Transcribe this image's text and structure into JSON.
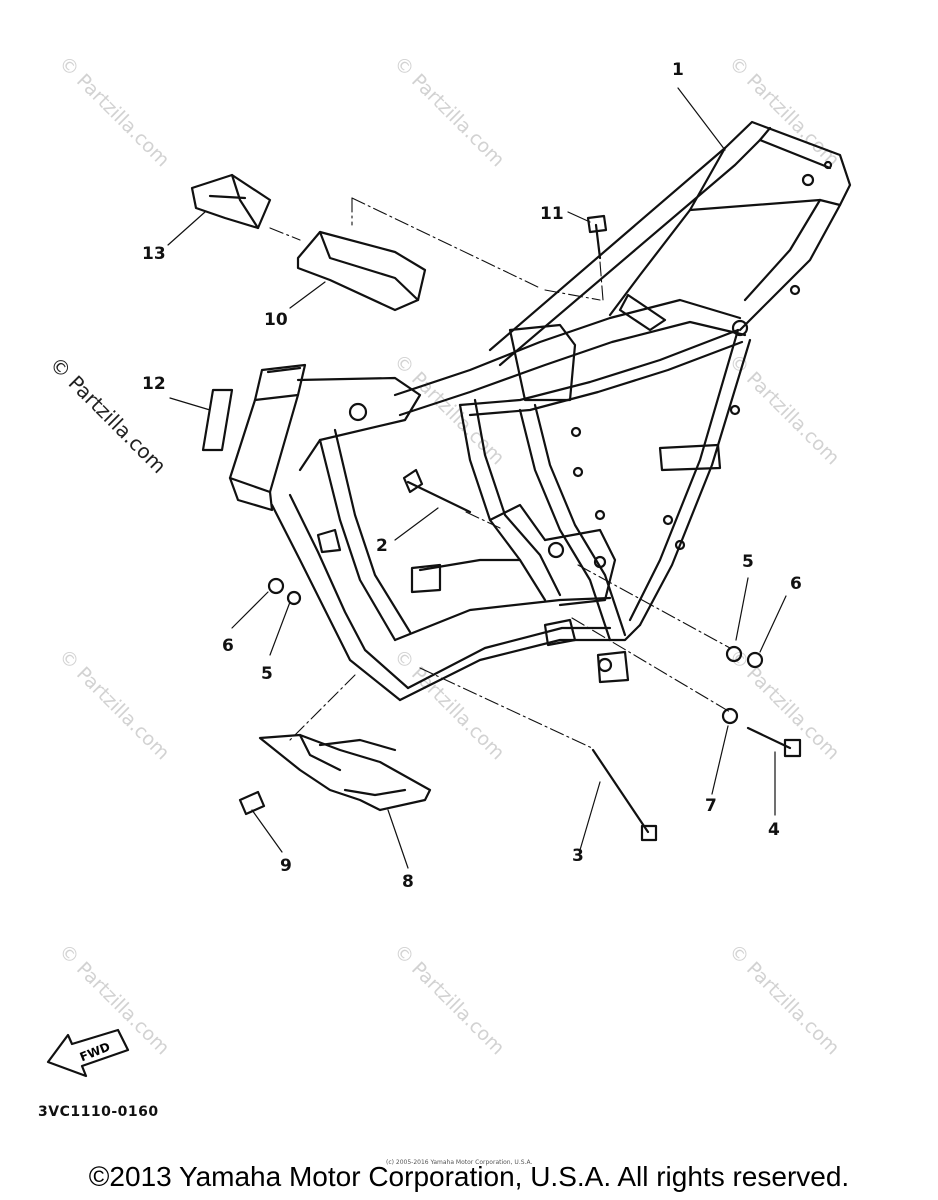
{
  "watermark_text": "© Partzilla.com",
  "callouts": {
    "c1": "1",
    "c2": "2",
    "c3": "3",
    "c4": "4",
    "c5a": "5",
    "c5b": "5",
    "c6a": "6",
    "c6b": "6",
    "c7": "7",
    "c8": "8",
    "c9": "9",
    "c10": "10",
    "c11": "11",
    "c12": "12",
    "c13": "13"
  },
  "fwd_label": "FWD",
  "diagram_code": "3VC1110-0160",
  "small_notice": "(c) 2005-2016 Yamaha Motor Corporation, U.S.A.",
  "copyright": "©2013 Yamaha Motor Corporation, U.S.A. All rights reserved."
}
